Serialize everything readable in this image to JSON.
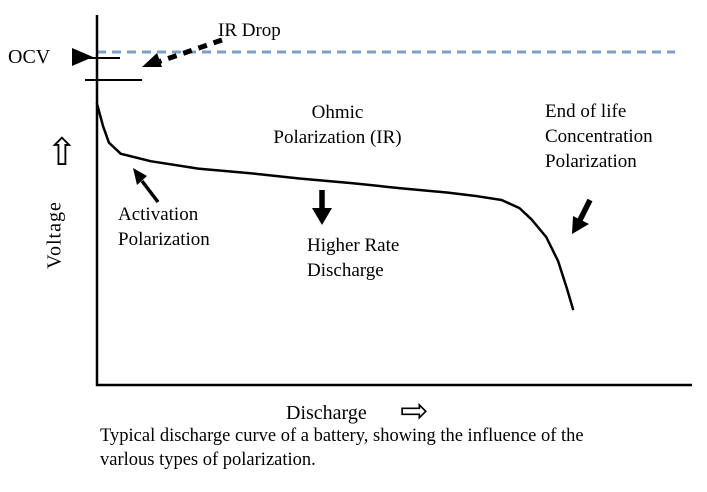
{
  "figure": {
    "labels": {
      "ir_drop": "IR Drop",
      "ocv": "OCV",
      "ohmic": "Ohmic\nPolarization (IR)",
      "end_of_life": "End of life\nConcentration\nPolarization",
      "activation": "Activation\nPolarization",
      "higher_rate": "Higher Rate\nDischarge",
      "voltage_axis": "Voltage",
      "discharge_axis": "Discharge"
    },
    "caption": "Typical discharge curve of a battery, showing the influence of the\nvarlous types of polarization.",
    "icons": {
      "voltage_up_arrow": "⇧",
      "discharge_right_arrow": "⇨"
    },
    "colors": {
      "ocv_dashed_line": "#7b9fc7",
      "curve": "#000000",
      "text": "#000000"
    }
  },
  "chart_data": {
    "type": "line",
    "title": "",
    "xlabel": "Discharge",
    "ylabel": "Voltage",
    "x_range": [
      0,
      1
    ],
    "y_range": [
      0,
      1
    ],
    "grid": false,
    "axes_numeric_ticks": false,
    "ocv_level": 0.9,
    "series": [
      {
        "name": "Typical battery discharge curve",
        "points": [
          [
            0.0,
            0.76
          ],
          [
            0.01,
            0.7
          ],
          [
            0.02,
            0.655
          ],
          [
            0.04,
            0.625
          ],
          [
            0.09,
            0.605
          ],
          [
            0.17,
            0.585
          ],
          [
            0.26,
            0.572
          ],
          [
            0.34,
            0.558
          ],
          [
            0.43,
            0.545
          ],
          [
            0.51,
            0.532
          ],
          [
            0.59,
            0.52
          ],
          [
            0.64,
            0.51
          ],
          [
            0.68,
            0.5
          ],
          [
            0.71,
            0.478
          ],
          [
            0.73,
            0.448
          ],
          [
            0.755,
            0.4
          ],
          [
            0.775,
            0.335
          ],
          [
            0.79,
            0.26
          ],
          [
            0.8,
            0.205
          ]
        ]
      }
    ],
    "annotations": [
      "IR Drop",
      "OCV",
      "Ohmic Polarization (IR)",
      "Activation Polarization",
      "Higher Rate Discharge",
      "End of life Concentration Polarization"
    ]
  }
}
